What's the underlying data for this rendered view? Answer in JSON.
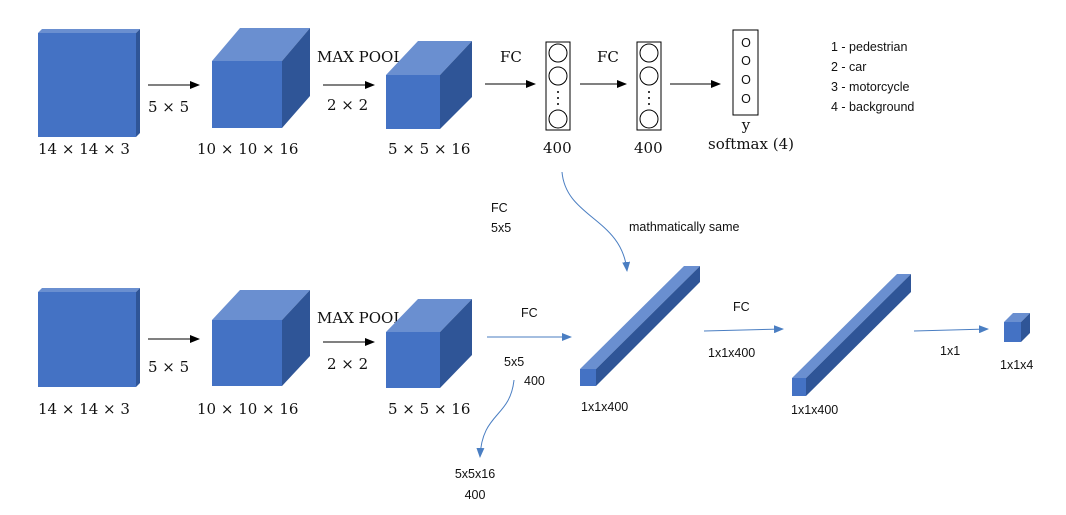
{
  "colors": {
    "cube_front": "#4472c4",
    "cube_top": "#6a8fd0",
    "cube_side": "#2f5597",
    "line_black": "#000000",
    "line_blue": "#4a7ec2"
  },
  "top_row": {
    "input_dims": "14 × 14 × 3",
    "conv_filter": "5 × 5",
    "conv_dims": "10 × 10 × 16",
    "pool_label": "MAX POOL",
    "pool_size": "2 × 2",
    "pool_dims": "5 × 5 × 16",
    "fc1_label": "FC",
    "fc1_units": "400",
    "fc2_label": "FC",
    "fc2_units": "400",
    "output_circles": [
      "O",
      "O",
      "O",
      "O"
    ],
    "output_var": "y",
    "output_activation": "softmax (4)"
  },
  "classes": [
    "1 - pedestrian",
    "2 - car",
    "3 - motorcycle",
    "4 - background"
  ],
  "middle": {
    "fc_label": "FC",
    "fc_kernel": "5x5",
    "note": "mathmatically same"
  },
  "bottom_row": {
    "input_dims": "14 × 14 × 3",
    "conv_filter": "5 × 5",
    "conv_dims": "10 × 10 × 16",
    "pool_label": "MAX POOL",
    "pool_size": "2 × 2",
    "pool_dims": "5 × 5 × 16",
    "fc_label": "FC",
    "fc_kernel": "5x5",
    "fc_count": "400",
    "filter_shape": "5x5x16",
    "filter_count": "400",
    "layer1_dims": "1x1x400",
    "fc2_label": "FC",
    "fc2_dims": "1x1x400",
    "layer2_dims": "1x1x400",
    "final_kernel": "1x1",
    "output_dims": "1x1x4"
  }
}
